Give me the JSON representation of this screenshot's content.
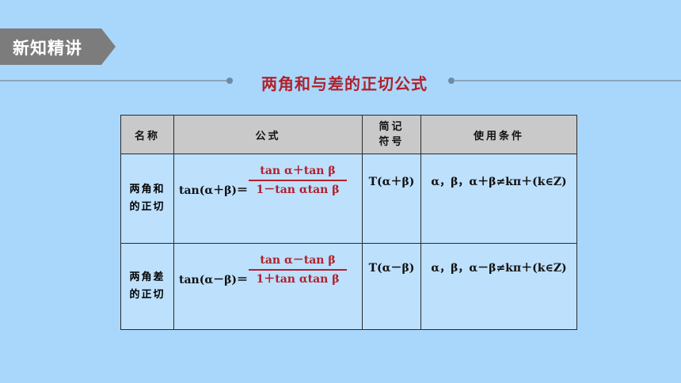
{
  "badge": {
    "label": "新知精讲"
  },
  "heading": "两角和与差的正切公式",
  "table": {
    "headers": [
      "名称",
      "公式",
      "简记\n符号",
      "使用条件"
    ],
    "rows": [
      {
        "name_line1": "两角和",
        "name_line2": "的正切",
        "lhs": "tan(α＋β)＝",
        "numerator": "tan α＋tan β",
        "denominator": "1－tan αtan β",
        "symbol": "T(α＋β)",
        "condition": "α，β，α＋β≠kπ＋(k∈Z)"
      },
      {
        "name_line1": "两角差",
        "name_line2": "的正切",
        "lhs": "tan(α－β)＝",
        "numerator": "tan α－tan β",
        "denominator": "1＋tan αtan β",
        "symbol": "T(α－β)",
        "condition": "α，β，α－β≠kπ＋(k∈Z)"
      }
    ]
  },
  "colors": {
    "background": "#a9d7fb",
    "accent": "#b0212c",
    "badge": "#7c7c7c"
  }
}
